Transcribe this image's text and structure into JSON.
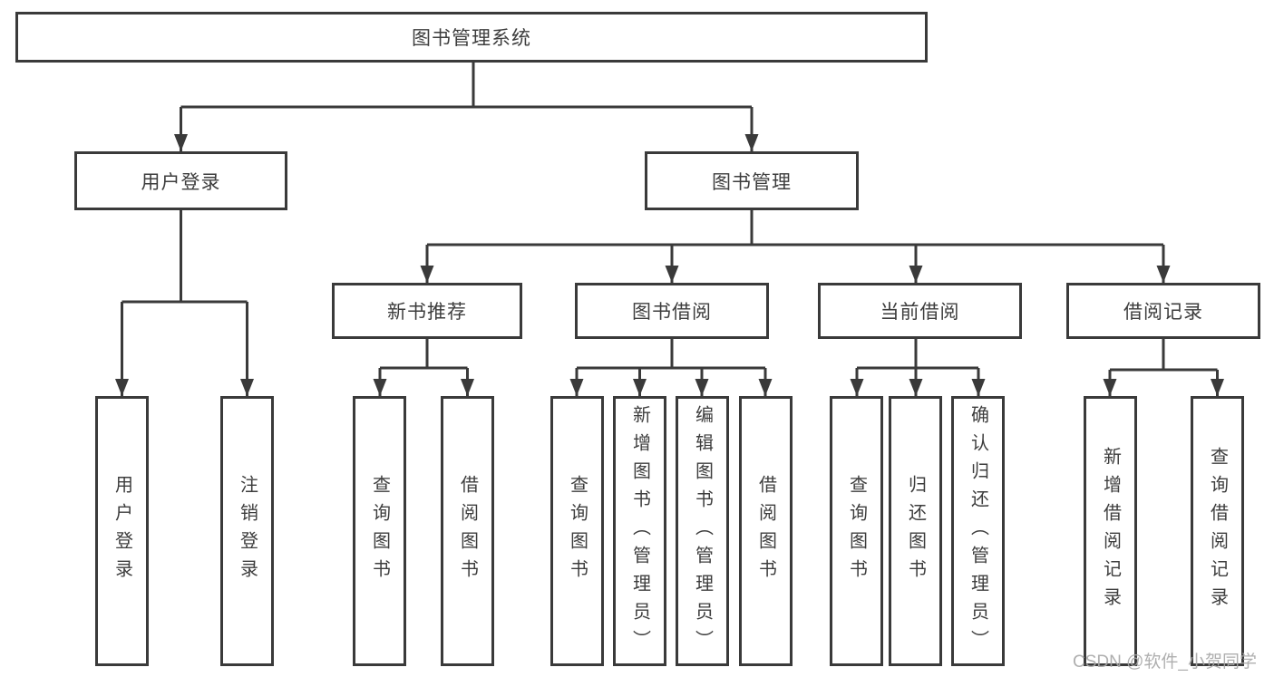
{
  "diagram": {
    "title": "图书管理系统",
    "tree": {
      "label": "图书管理系统",
      "children": [
        {
          "label": "用户登录",
          "children": [
            {
              "label": "用户登录"
            },
            {
              "label": "注销登录"
            }
          ]
        },
        {
          "label": "图书管理",
          "children": [
            {
              "label": "新书推荐",
              "children": [
                {
                  "label": "查询图书"
                },
                {
                  "label": "借阅图书"
                }
              ]
            },
            {
              "label": "图书借阅",
              "children": [
                {
                  "label": "查询图书"
                },
                {
                  "label": "新增图书（管理员）"
                },
                {
                  "label": "编辑图书（管理员）"
                },
                {
                  "label": "借阅图书"
                }
              ]
            },
            {
              "label": "当前借阅",
              "children": [
                {
                  "label": "查询图书"
                },
                {
                  "label": "归还图书"
                },
                {
                  "label": "确认归还（管理员）"
                }
              ]
            },
            {
              "label": "借阅记录",
              "children": [
                {
                  "label": "新增借阅记录"
                },
                {
                  "label": "查询借阅记录"
                }
              ]
            }
          ]
        }
      ]
    }
  },
  "watermark": {
    "text": "CSDN @软件_小贺同学"
  },
  "colors": {
    "line": "#3a3a3a",
    "text": "#3d3d3d",
    "background": "#ffffff",
    "watermark": "#a8a8a8"
  }
}
